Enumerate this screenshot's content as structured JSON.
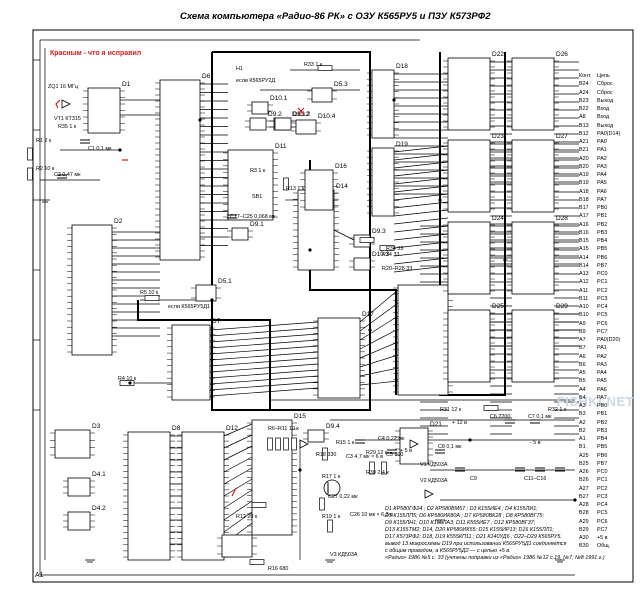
{
  "title": "Схема компьютера «Радио-86 РК» с ОЗУ К565РУ5 и ПЗУ К573РФ2",
  "note_red": "Красным - что я исправил",
  "watermark": "FISHKI.NET",
  "corner_label": "A1",
  "chip_labels": [
    "D1",
    "D2",
    "D3",
    "D4.1",
    "D4.2",
    "D5.1",
    "D5.3",
    "D6",
    "D7",
    "D8",
    "D9.1",
    "D9.2",
    "D9.3",
    "D9.4",
    "D10.1",
    "D10.2",
    "D10.3",
    "D10.4",
    "D11",
    "D12",
    "D13.1",
    "D13.2",
    "D14",
    "D15",
    "D16",
    "D17",
    "D18",
    "D19",
    "D20",
    "D21",
    "D22",
    "D23",
    "D24",
    "D25",
    "D26",
    "D27",
    "D28",
    "D29"
  ],
  "component_labels": [
    "ZQ1 16 МГц",
    "R1 2 к",
    "R2 10 к",
    "R3 1 к",
    "R4 10 к",
    "R5 10 к",
    "R6–R11 10 к",
    "R12 20 к",
    "R13 1 к",
    "R14 33",
    "R15 1 к",
    "R16 680",
    "R17 1 к",
    "R18 330",
    "R19 1 к",
    "R20–R28 33",
    "R29 12 к",
    "R30 2,4 к",
    "R31 12 к",
    "R32 1 к",
    "R33 1 к",
    "R34 33",
    "R35 1 к",
    "C1 0,1 мк",
    "C2 0,47 мк",
    "C3 4,7 мк × 6 в",
    "C4 0,22 мк",
    "C5 100",
    "C6 2200",
    "C7 0,1 мк",
    "C8 0,1 мк",
    "C9",
    "C11–C16",
    "C17–C25 0,068 мк",
    "C26 10 мк × 6,3 в",
    "C27 0,22 мк",
    "VT1 КТ315",
    "V1 КД503А",
    "V2 КД503А",
    "V3 КД503А",
    "SB1",
    "H1",
    "если К565РУ2Д",
    "если К565РУ5Д1",
    "+ 5 в",
    "- 5 в",
    "+ 12 в"
  ],
  "legend_lines": [
    "D1 КР580ГФ24 ; D2 КР580ВМ57 ; D3 К155ИЕ4 ; D4 К155ЛИ1;",
    "D5 К155ЛП5; D6 КР580ИК80А ; D7 КР580ВК28 ; D8 КР580ВГ75;",
    "D9 К155ЛН1; D10 К155ЛА3; D11 К555ИЕ7 ; D12 КР580ВГ37;",
    "D13 К155ТМ2; D14, D20 КР580ИК55; D15 К155ИР13; D16 К155ЛЛ1;",
    "D17 К573РФ2; D18, D19 К555КП11 ; D21 К140УД6 ; D22–D29 К565РУ5.",
    "вывод 13 микросхемы D19 при использовании К565РУ5Д1 соединяется",
    "с общим проводом, а К565РУ5Д2 — с цепью +5 в.",
    "«Радио» 1986 №5 с. 33 (учтены поправки из «Радио» 1986 №12 с.19, №7, №8 1991 г.)"
  ],
  "connector": {
    "header_pin": "Конт.",
    "header_signal": "Цепь",
    "rows": [
      {
        "pin": "B24",
        "signal": "Сброс"
      },
      {
        "pin": "A24",
        "signal": "Сброс"
      },
      {
        "pin": "B23",
        "signal": "Выход"
      },
      {
        "pin": "B22",
        "signal": "Вход"
      },
      {
        "pin": "A8",
        "signal": "Вход"
      },
      {
        "pin": "B13",
        "signal": "Выход"
      },
      {
        "pin": "B12",
        "signal": "PA0(D14)"
      },
      {
        "pin": "A21",
        "signal": "PA0"
      },
      {
        "pin": "B21",
        "signal": "PA1"
      },
      {
        "pin": "A20",
        "signal": "PA2"
      },
      {
        "pin": "B20",
        "signal": "PA3"
      },
      {
        "pin": "A19",
        "signal": "PA4"
      },
      {
        "pin": "B19",
        "signal": "PA5"
      },
      {
        "pin": "A18",
        "signal": "PA6"
      },
      {
        "pin": "B18",
        "signal": "PA7"
      },
      {
        "pin": "B17",
        "signal": "PB0"
      },
      {
        "pin": "A17",
        "signal": "PB1"
      },
      {
        "pin": "A16",
        "signal": "PB2"
      },
      {
        "pin": "B16",
        "signal": "PB3"
      },
      {
        "pin": "B15",
        "signal": "PB4"
      },
      {
        "pin": "A15",
        "signal": "PB5"
      },
      {
        "pin": "A14",
        "signal": "PB6"
      },
      {
        "pin": "B14",
        "signal": "PB7"
      },
      {
        "pin": "A13",
        "signal": "PC0"
      },
      {
        "pin": "A12",
        "signal": "PC1"
      },
      {
        "pin": "A11",
        "signal": "PC2"
      },
      {
        "pin": "B11",
        "signal": "PC3"
      },
      {
        "pin": "A10",
        "signal": "PC4"
      },
      {
        "pin": "B10",
        "signal": "PC5"
      },
      {
        "pin": "A9",
        "signal": "PC6"
      },
      {
        "pin": "B9",
        "signal": "PC7"
      },
      {
        "pin": "A7",
        "signal": "PA0(D20)"
      },
      {
        "pin": "B7",
        "signal": "PA1"
      },
      {
        "pin": "A6",
        "signal": "PA2"
      },
      {
        "pin": "B6",
        "signal": "PA3"
      },
      {
        "pin": "A5",
        "signal": "PA4"
      },
      {
        "pin": "B5",
        "signal": "PA5"
      },
      {
        "pin": "A4",
        "signal": "PA6"
      },
      {
        "pin": "B4",
        "signal": "PA7"
      },
      {
        "pin": "A3",
        "signal": "PB0"
      },
      {
        "pin": "B3",
        "signal": "PB1"
      },
      {
        "pin": "A2",
        "signal": "PB2"
      },
      {
        "pin": "B2",
        "signal": "PB3"
      },
      {
        "pin": "A1",
        "signal": "PB4"
      },
      {
        "pin": "B1",
        "signal": "PB5"
      },
      {
        "pin": "A25",
        "signal": "PB6"
      },
      {
        "pin": "B25",
        "signal": "PB7"
      },
      {
        "pin": "A26",
        "signal": "PC0"
      },
      {
        "pin": "B26",
        "signal": "PC1"
      },
      {
        "pin": "A27",
        "signal": "PC2"
      },
      {
        "pin": "B27",
        "signal": "PC3"
      },
      {
        "pin": "A28",
        "signal": "PC4"
      },
      {
        "pin": "B28",
        "signal": "PC5"
      },
      {
        "pin": "A29",
        "signal": "PC6"
      },
      {
        "pin": "B29",
        "signal": "PC7"
      },
      {
        "pin": "A30",
        "signal": "+5 в"
      },
      {
        "pin": "B30",
        "signal": "Общ."
      }
    ]
  }
}
